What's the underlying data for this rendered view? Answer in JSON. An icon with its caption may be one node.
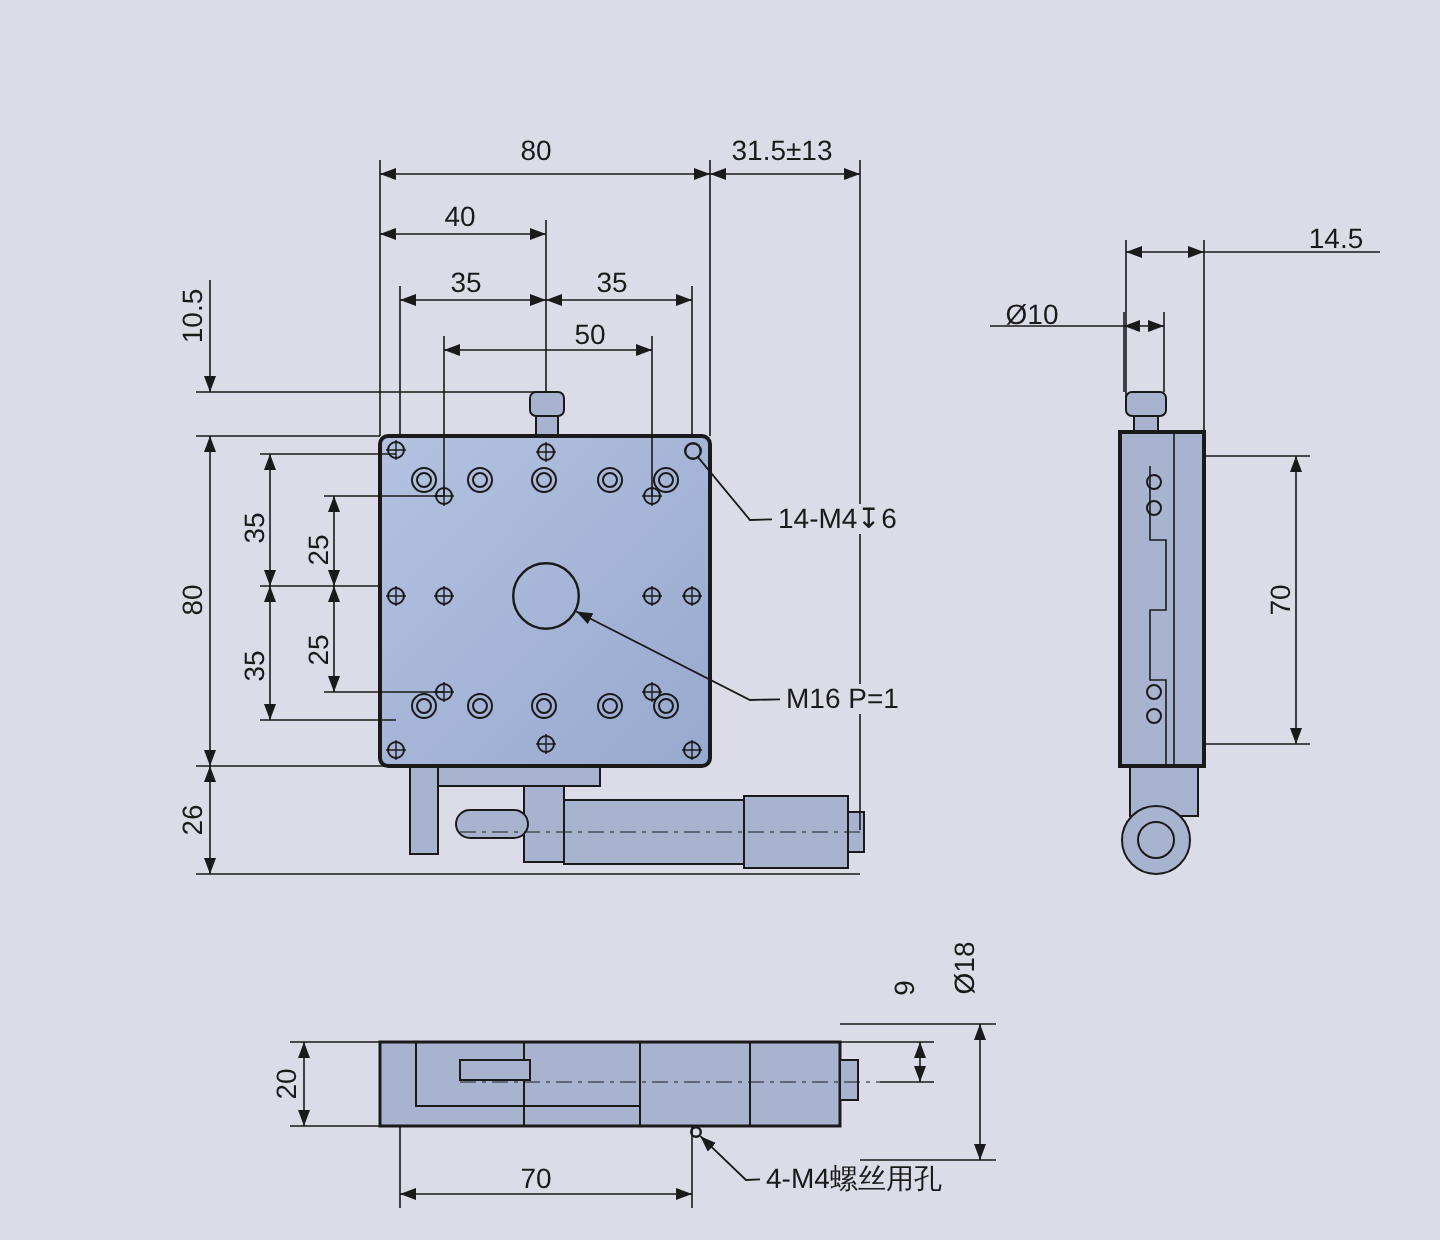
{
  "diagram": {
    "nodes": [
      {
        "text": [
          "14-M4↧6"
        ]
      },
      {
        "text": [],
        "shape": "circle"
      },
      {
        "text": [
          "M16 P=1"
        ]
      },
      {
        "text": [],
        "shape": "circle"
      },
      {
        "text": [
          "4-M4螺丝用孔"
        ]
      },
      {
        "text": [],
        "shape": "circle"
      }
    ],
    "edges": [
      {
        "from": 0,
        "to": 1,
        "arrow": "none"
      },
      {
        "from": 2,
        "to": 3,
        "arrow": "to"
      },
      {
        "from": 4,
        "to": 5,
        "arrow": "to"
      }
    ],
    "labels": [
      "80",
      "31.5±13",
      "40",
      "35",
      "35",
      "50",
      "10.5",
      "14.5",
      "Ø10",
      "35",
      "25",
      "80",
      "25",
      "35",
      "70",
      "26",
      "Ø18",
      "9",
      "20",
      "70"
    ]
  }
}
